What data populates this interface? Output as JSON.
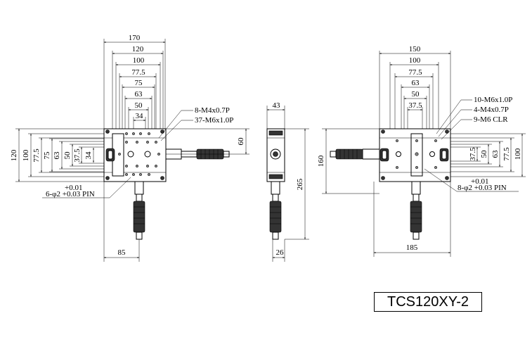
{
  "model_label": "TCS120XY-2",
  "left_view": {
    "top_dims": [
      "170",
      "120",
      "100",
      "77.5",
      "75",
      "63",
      "50",
      "34"
    ],
    "left_dims": [
      "120",
      "100",
      "77.5",
      "75",
      "63",
      "50",
      "37.5",
      "34"
    ],
    "right_dim": "60",
    "bottom_dim": "85",
    "callouts": [
      "8-M4x0.7P",
      "37-M6x1.0P"
    ],
    "pin_tol": "+0.01",
    "pin_spec": "6-φ2 +0.03 PIN"
  },
  "side_view": {
    "top_dim": "43",
    "right_dim": "265",
    "bottom_dim": "26"
  },
  "right_view": {
    "top_dims": [
      "150",
      "100",
      "77.5",
      "63",
      "50",
      "37.5"
    ],
    "left_dim": "160",
    "right_dims": [
      "37.5",
      "50",
      "63",
      "77.5",
      "100"
    ],
    "bottom_dim": "185",
    "callouts": [
      "10-M6x1.0P",
      "4-M4x0.7P",
      "9-M6 CLR"
    ],
    "pin_tol": "+0.01",
    "pin_spec": "8-φ2 +0.03 PIN"
  }
}
